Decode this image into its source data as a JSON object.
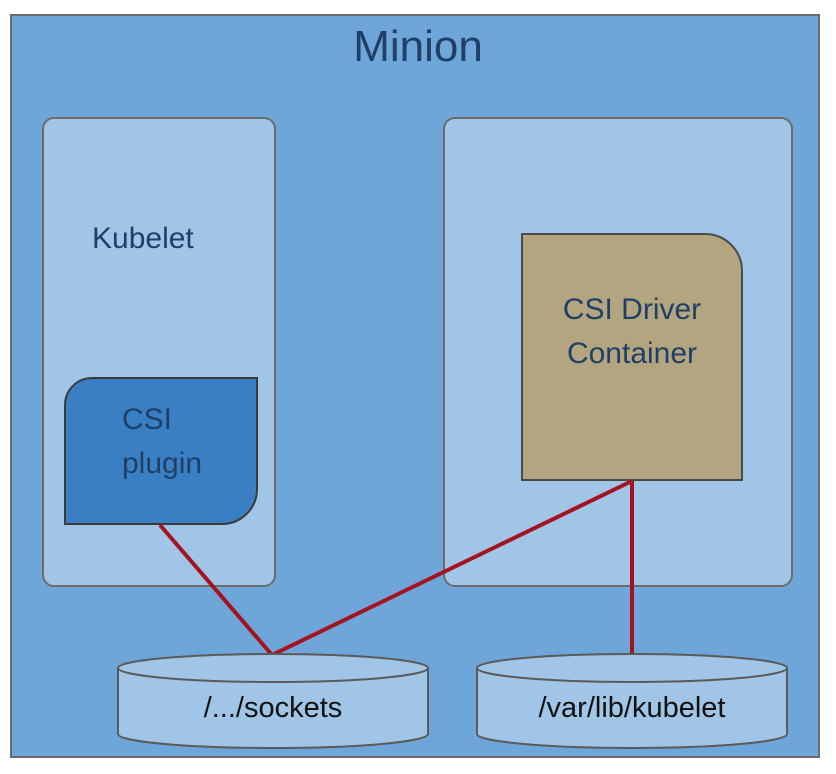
{
  "title": "Minion",
  "kubelet": {
    "label": "Kubelet"
  },
  "csi_plugin": {
    "line1": "CSI",
    "line2": "plugin"
  },
  "csi_driver": {
    "line1": "CSI Driver",
    "line2": "Container"
  },
  "volumes": {
    "sockets": "/.../sockets",
    "kubelet_dir": "/var/lib/kubelet"
  },
  "colors": {
    "background": "#6fa6d9",
    "box_fill": "#a0c5e6",
    "plugin_fill": "#3a7fc4",
    "driver_fill": "#b3a57f",
    "connector": "#a31420",
    "text": "#1f3f66"
  }
}
